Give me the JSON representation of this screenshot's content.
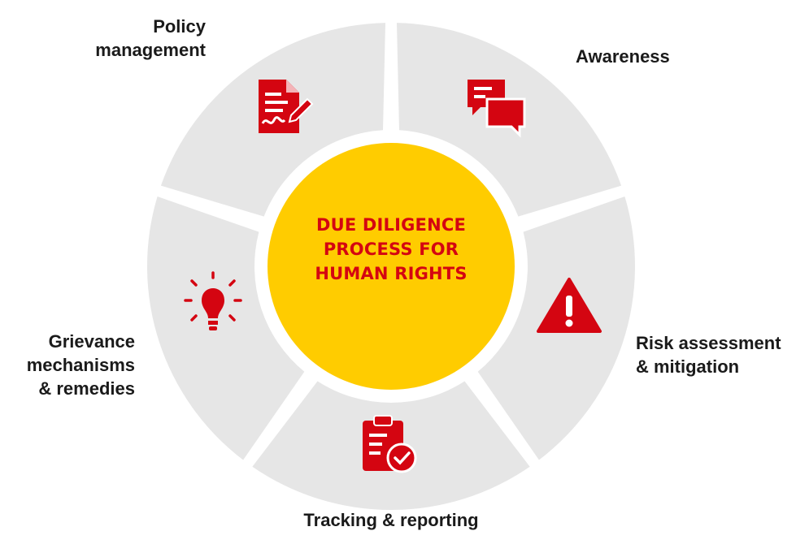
{
  "center": {
    "lines": [
      "DUE DILIGENCE",
      "PROCESS FOR",
      "HUMAN RIGHTS"
    ]
  },
  "segments": [
    {
      "id": "policy",
      "label": [
        "Policy",
        "management"
      ],
      "icon": "document-signature-icon"
    },
    {
      "id": "awareness",
      "label": [
        "Awareness"
      ],
      "icon": "chat-bubbles-icon"
    },
    {
      "id": "risk",
      "label": [
        "Risk assessment",
        "& mitigation"
      ],
      "icon": "warning-triangle-icon"
    },
    {
      "id": "tracking",
      "label": [
        "Tracking & reporting"
      ],
      "icon": "clipboard-check-icon"
    },
    {
      "id": "grievance",
      "label": [
        "Grievance",
        "mechanisms",
        "& remedies"
      ],
      "icon": "lightbulb-icon"
    }
  ],
  "colors": {
    "segment_fill": "#e6e6e6",
    "center_fill": "#ffcc00",
    "accent_red": "#d40511",
    "text_dark": "#1a1a1a"
  }
}
